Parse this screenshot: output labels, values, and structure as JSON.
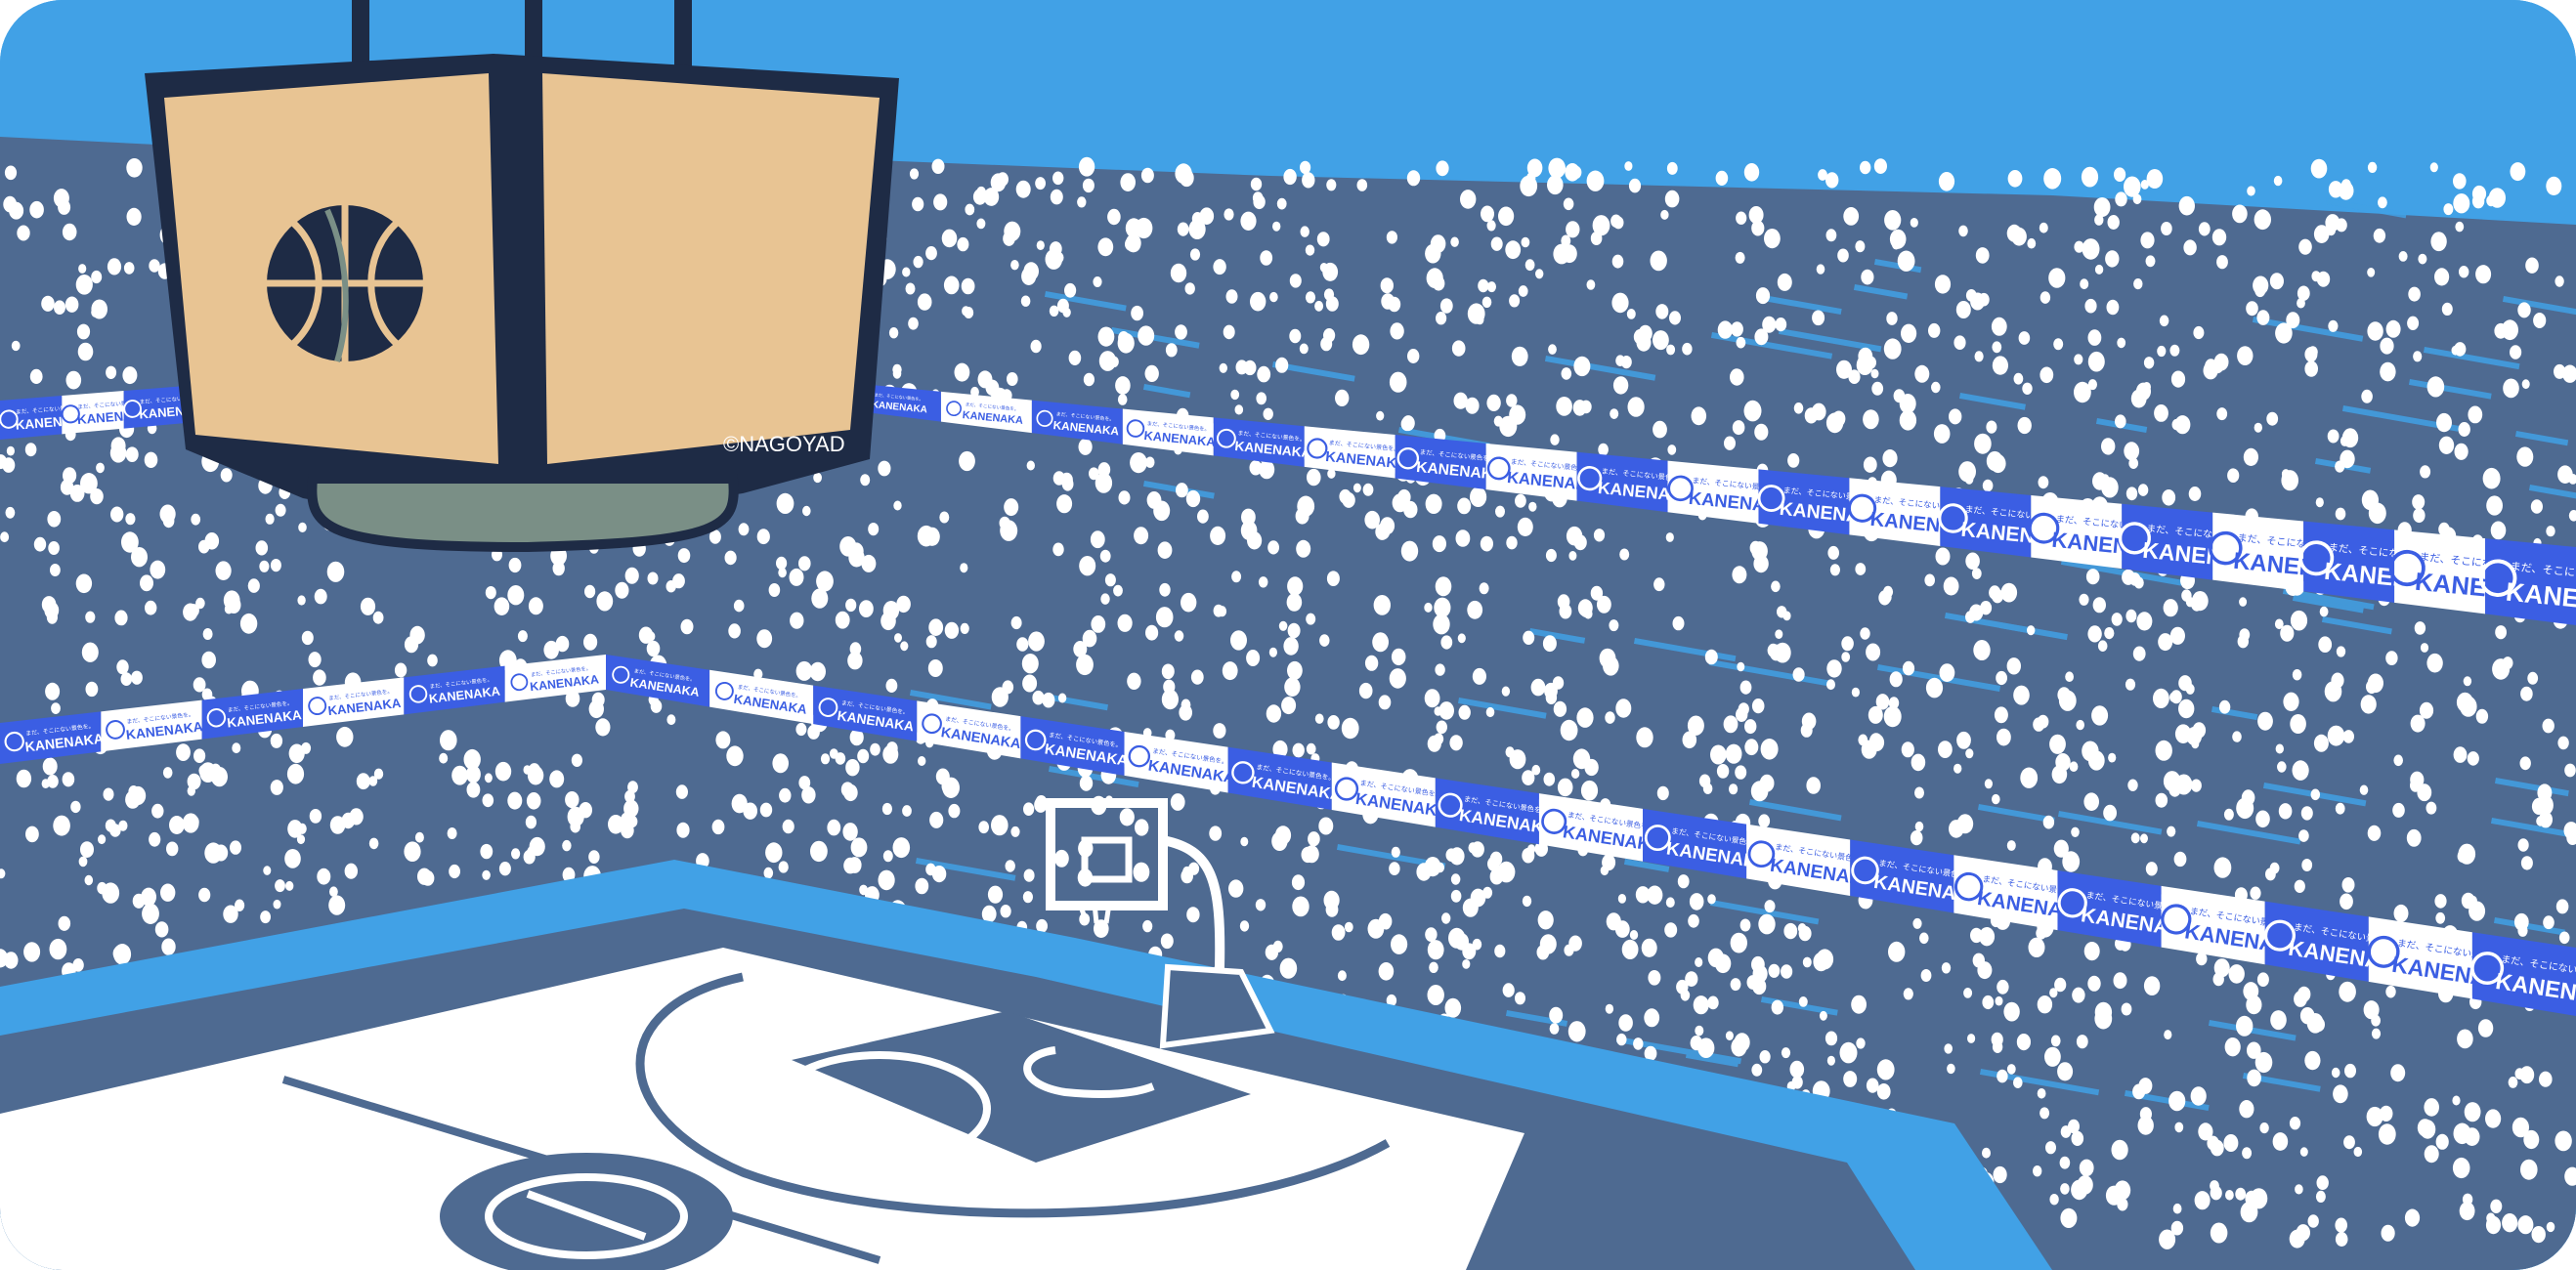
{
  "scene": {
    "title": "",
    "credit": "©NAGOYAD",
    "sponsor": {
      "brand": "KANENAKA",
      "tagline": "まだ、そこにない景色を。"
    }
  },
  "colors": {
    "sky": "#41a1e6",
    "stands": "#4e6a91",
    "stands_dark": "#3f5a80",
    "crowd_dot": "#ffffff",
    "banner_blue": "#3b5ee3",
    "banner_white": "#ffffff",
    "court_line": "#ffffff",
    "court_paint": "#4e6a91",
    "scoreboard_face": "#e8c493",
    "scoreboard_frame": "#1e2b45",
    "scoreboard_base": "#7a8f86"
  },
  "icons": {
    "scoreboard_emblem": "basketball-icon",
    "sponsor_logo": "ring-logo-icon"
  }
}
